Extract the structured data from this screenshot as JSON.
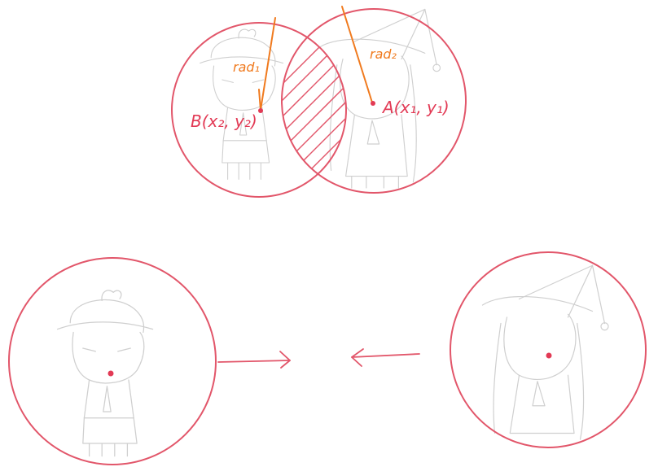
{
  "labels": {
    "point_b": "B(x₂, y₂)",
    "point_a": "A(x₁, y₁)",
    "radius_1": "rad₁",
    "radius_2": "rad₂"
  },
  "colors": {
    "circle": "#e2566a",
    "radius_line": "#f07a1e",
    "sketch": "#cfcfcf",
    "hatch": "#e2566a"
  }
}
